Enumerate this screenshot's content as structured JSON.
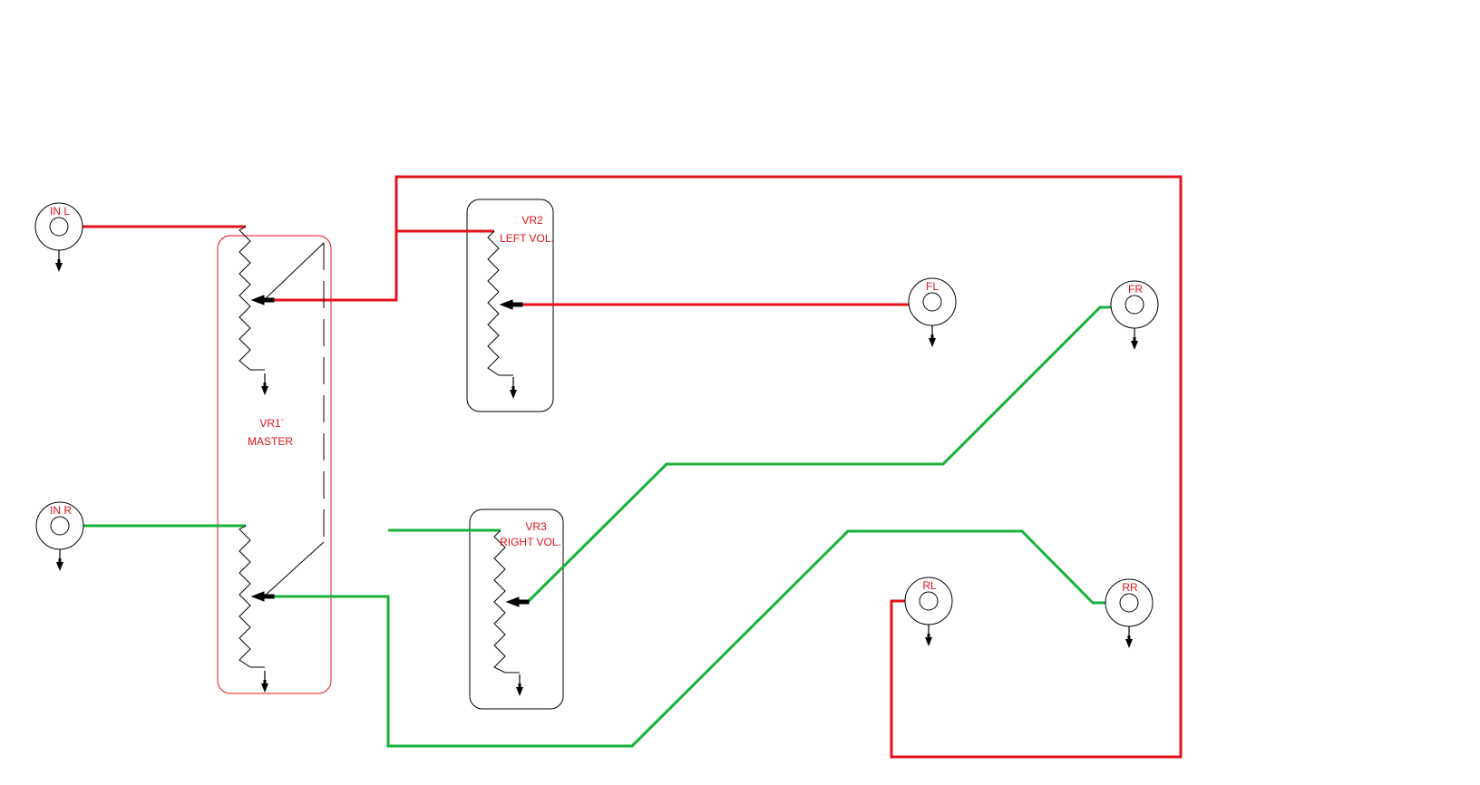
{
  "colors": {
    "left_channel": "#e3121b",
    "right_channel": "#17b23a",
    "label": "#e3121b",
    "component": "#000000"
  },
  "icons": {
    "jack": "jack-circle",
    "ground": "ground-arrow",
    "potentiometer": "zigzag-resistor"
  },
  "inputs": [
    {
      "id": "in-l",
      "label": "IN L"
    },
    {
      "id": "in-r",
      "label": "IN R"
    }
  ],
  "outputs": [
    {
      "id": "fl",
      "label": "FL"
    },
    {
      "id": "fr",
      "label": "FR"
    },
    {
      "id": "rl",
      "label": "RL"
    },
    {
      "id": "rr",
      "label": "RR"
    }
  ],
  "pots": {
    "vr1": {
      "name": "VR1`",
      "role": "MASTER"
    },
    "vr2": {
      "name": "VR2",
      "role": "LEFT VOL."
    },
    "vr3": {
      "name": "VR3",
      "role": "RIGHT VOL."
    }
  }
}
